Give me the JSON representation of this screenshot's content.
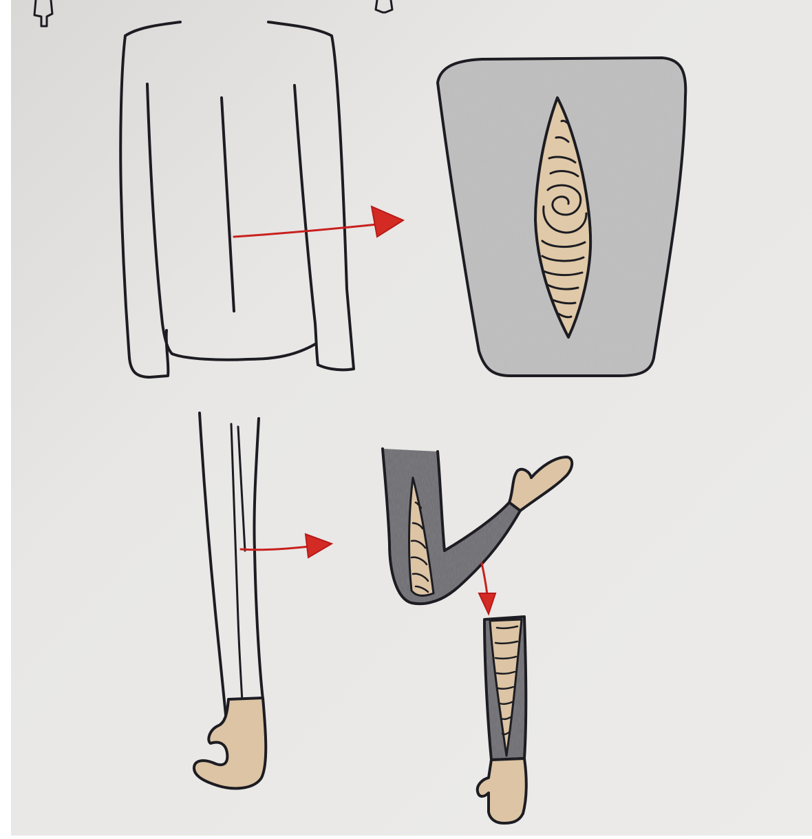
{
  "colors": {
    "paper": "#e9e8e6",
    "ink": "#1c1c22",
    "pencil_gray": "#a9a9a9",
    "dark_sleeve": "#5c5c60",
    "skin": "#dcc4a4",
    "arrow_red": "#c8201e"
  },
  "figures": [
    {
      "id": "back-view",
      "description_icon": "sweater-back-icon"
    },
    {
      "id": "back-cut-detail",
      "description_icon": "fabric-slit-icon"
    },
    {
      "id": "sleeve-side-view",
      "description_icon": "sleeve-icon"
    },
    {
      "id": "elbow-cut-detail",
      "description_icon": "bent-arm-slit-icon"
    },
    {
      "id": "forearm-cut-detail",
      "description_icon": "forearm-slit-icon"
    }
  ],
  "arrows": [
    {
      "id": "arrow-back-to-detail",
      "color_key": "arrow_red"
    },
    {
      "id": "arrow-sleeve-to-elbow",
      "color_key": "arrow_red"
    },
    {
      "id": "arrow-elbow-to-forearm",
      "color_key": "arrow_red"
    }
  ]
}
